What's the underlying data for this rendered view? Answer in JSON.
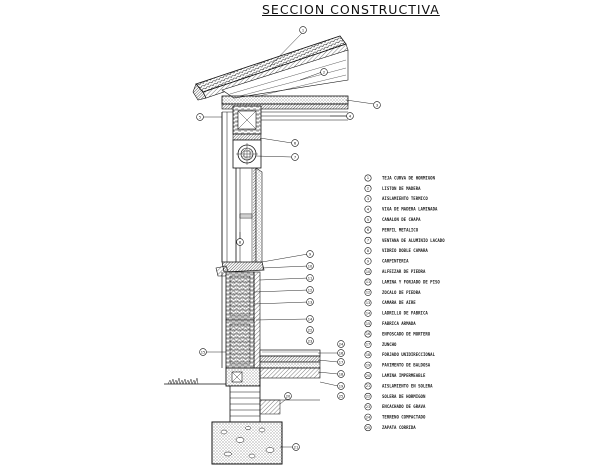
{
  "title": "SECCION  CONSTRUCTIVA",
  "legend": [
    {
      "num": "1",
      "text": "TEJA CURVA DE HORMIGON"
    },
    {
      "num": "2",
      "text": "LISTON DE MADERA"
    },
    {
      "num": "3",
      "text": "AISLAMIENTO TERMICO"
    },
    {
      "num": "4",
      "text": "VIGA DE MADERA LAMINADA"
    },
    {
      "num": "5",
      "text": "CANALON DE CHAPA"
    },
    {
      "num": "6",
      "text": "PERFIL METALICO"
    },
    {
      "num": "7",
      "text": "VENTANA DE ALUMINIO LACADO"
    },
    {
      "num": "8",
      "text": "VIDRIO DOBLE CAMARA"
    },
    {
      "num": "9",
      "text": "CARPINTERIA"
    },
    {
      "num": "10",
      "text": "ALFEIZAR DE PIEDRA"
    },
    {
      "num": "11",
      "text": "LAMINA Y FORJADO DE PISO"
    },
    {
      "num": "12",
      "text": "ZOCALO DE PIEDRA"
    },
    {
      "num": "13",
      "text": "CAMARA DE AIRE"
    },
    {
      "num": "14",
      "text": "LADRILLO DE FABRICA"
    },
    {
      "num": "15",
      "text": "FABRICA ARMADA"
    },
    {
      "num": "16",
      "text": "ENFOSCADO DE MORTERO"
    },
    {
      "num": "17",
      "text": "ZUNCHO"
    },
    {
      "num": "18",
      "text": "FORJADO UNIDIRECCIONAL"
    },
    {
      "num": "19",
      "text": "PAVIMENTO DE BALDOSA"
    },
    {
      "num": "20",
      "text": "LAMINA IMPERMEABLE"
    },
    {
      "num": "21",
      "text": "AISLAMIENTO EN SOLERA"
    },
    {
      "num": "22",
      "text": "SOLERA DE HORMIGON"
    },
    {
      "num": "23",
      "text": "ENCACHADO DE GRAVA"
    },
    {
      "num": "24",
      "text": "TERRENO COMPACTADO"
    },
    {
      "num": "25",
      "text": "ZAPATA CORRIDA"
    }
  ],
  "callouts": [
    {
      "num": "1"
    },
    {
      "num": "2"
    },
    {
      "num": "3"
    },
    {
      "num": "4"
    },
    {
      "num": "5"
    },
    {
      "num": "6"
    },
    {
      "num": "7"
    },
    {
      "num": "8"
    },
    {
      "num": "9"
    },
    {
      "num": "10"
    },
    {
      "num": "11"
    },
    {
      "num": "12"
    },
    {
      "num": "13"
    },
    {
      "num": "14"
    },
    {
      "num": "15"
    },
    {
      "num": "16"
    },
    {
      "num": "17"
    },
    {
      "num": "18"
    },
    {
      "num": "19"
    },
    {
      "num": "20"
    },
    {
      "num": "21"
    },
    {
      "num": "22"
    },
    {
      "num": "23"
    },
    {
      "num": "24"
    },
    {
      "num": "25"
    }
  ]
}
